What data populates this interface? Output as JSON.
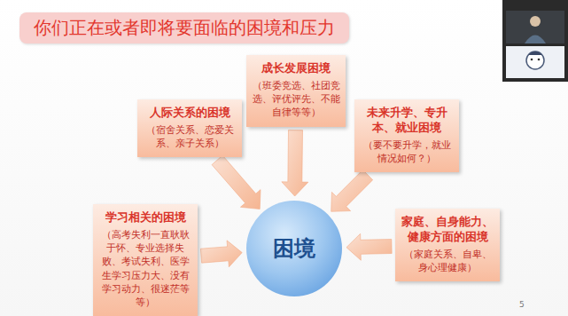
{
  "diagram": {
    "title": "你们正在或者即将要面临的困境和压力",
    "nodes": [
      {
        "text": [
          "成长发展困境",
          "（班委竞选、社团竞选、评优评先、不能自律等等）"
        ]
      },
      {
        "text": [
          "人际关系的困境",
          "（宿舍关系、恋爱关系、亲子关系）"
        ]
      },
      {
        "text": [
          "未来升学、专升本、就业困境",
          "（要不要升学，就业情况如何？）"
        ]
      },
      {
        "text": [
          "学习相关的困境",
          "（高考失利一直耿耿于怀、专业选择失败、考试失利、医学生学习压力大、没有学习动力、很迷茫等等）"
        ]
      },
      {
        "text": [
          "困境"
        ]
      },
      {
        "text": [
          "家庭、自身能力、健康方面的困境",
          "（家庭关系、自卑、身心理健康）"
        ]
      }
    ],
    "edges": [
      {
        "from": 0,
        "to": 4,
        "arrow": "to"
      },
      {
        "from": 1,
        "to": 4,
        "arrow": "to"
      },
      {
        "from": 2,
        "to": 4,
        "arrow": "to"
      },
      {
        "from": 3,
        "to": 4,
        "arrow": "to"
      },
      {
        "from": 5,
        "to": 4,
        "arrow": "to"
      }
    ],
    "labels": [
      "5"
    ]
  }
}
